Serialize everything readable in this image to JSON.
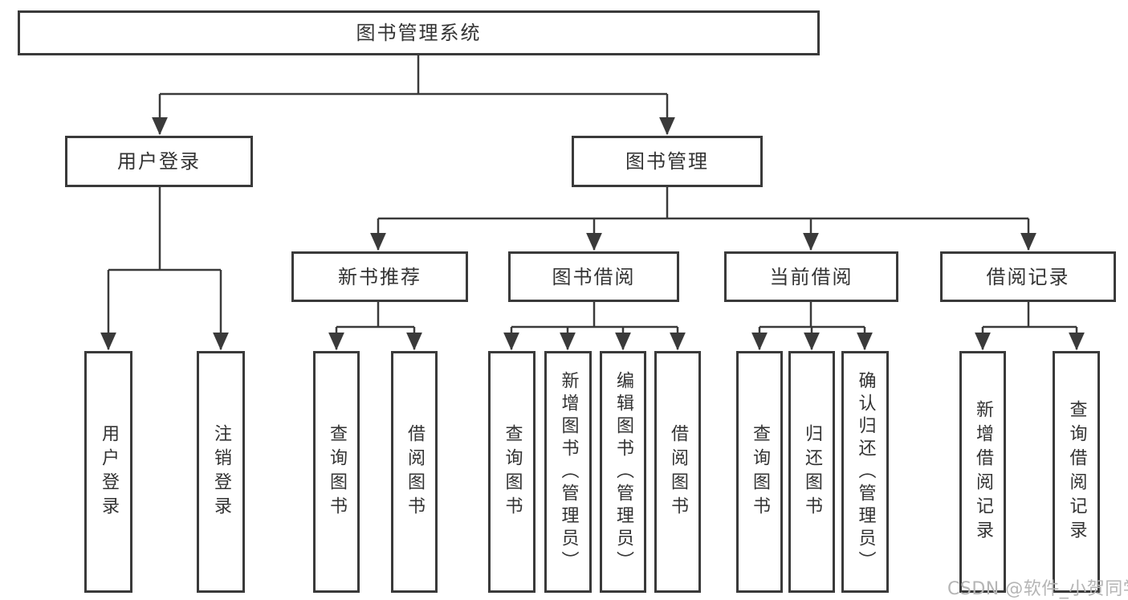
{
  "colors": {
    "line": "#3a3a3a",
    "text": "#333333",
    "watermark": "#b5b5b5",
    "background": "#ffffff"
  },
  "watermark": "CSDN @软件_小贺同学",
  "diagram": {
    "root": {
      "label": "图书管理系统"
    },
    "login_branch": {
      "label": "用户登录",
      "children": [
        {
          "label": "用户登录"
        },
        {
          "label": "注销登录"
        }
      ]
    },
    "manage_branch": {
      "label": "图书管理",
      "groups": [
        {
          "label": "新书推荐",
          "children": [
            {
              "label": "查询图书"
            },
            {
              "label": "借阅图书"
            }
          ]
        },
        {
          "label": "图书借阅",
          "children": [
            {
              "label": "查询图书"
            },
            {
              "label": "新增图书（管理员）"
            },
            {
              "label": "编辑图书（管理员）"
            },
            {
              "label": "借阅图书"
            }
          ]
        },
        {
          "label": "当前借阅",
          "children": [
            {
              "label": "查询图书"
            },
            {
              "label": "归还图书"
            },
            {
              "label": "确认归还（管理员）"
            }
          ]
        },
        {
          "label": "借阅记录",
          "children": [
            {
              "label": "新增借阅记录"
            },
            {
              "label": "查询借阅记录"
            }
          ]
        }
      ]
    }
  }
}
